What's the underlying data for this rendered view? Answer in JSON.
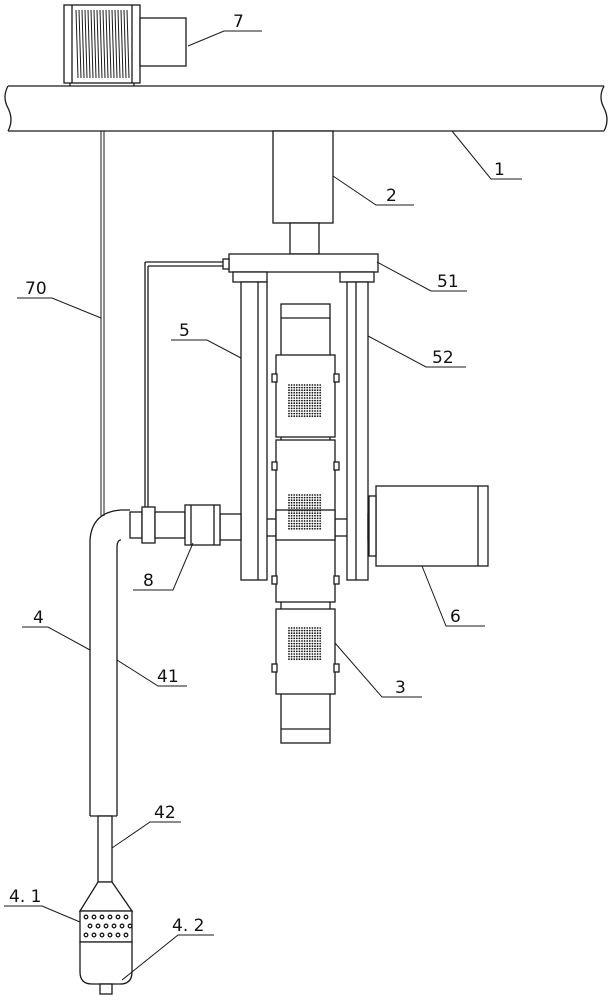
{
  "labels": {
    "l1": "1",
    "l2": "2",
    "l3": "3",
    "l4": "4",
    "l5": "5",
    "l6": "6",
    "l7": "7",
    "l8": "8",
    "l41": "41",
    "l42": "42",
    "l51": "51",
    "l52": "52",
    "l70": "70",
    "l4_1": "4. 1",
    "l4_2": "4. 2"
  }
}
